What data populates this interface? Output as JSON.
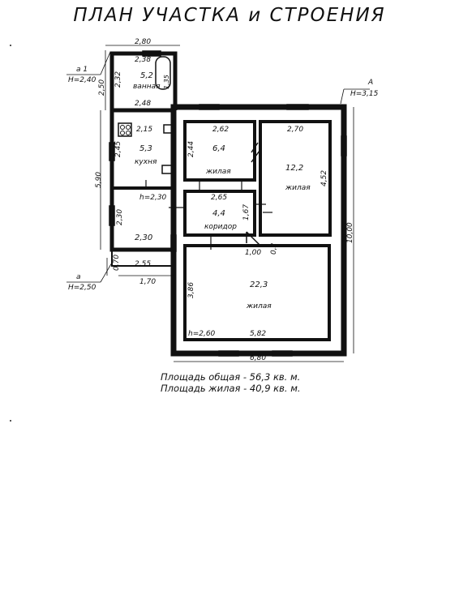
{
  "title": "ПЛАН УЧАСТКА и СТРОЕНИЯ",
  "markers": {
    "a1": "a 1",
    "a1_height": "H=2,40",
    "a": "a",
    "a_height": "H=2,50",
    "A": "A",
    "A_height": "H=3,15"
  },
  "rooms": {
    "bath": {
      "area": "5,2",
      "label": "ванная"
    },
    "kitchen": {
      "area": "5,3",
      "label": "кухня"
    },
    "room64": {
      "area": "6,4",
      "label": "жилая"
    },
    "room122": {
      "area": "12,2",
      "label": "жилая"
    },
    "corridor": {
      "area": "4,4",
      "label": "коридор"
    },
    "veranda": {
      "area": "2,30",
      "height": "h=2,30"
    },
    "room223": {
      "area": "22,3",
      "label": "жилая",
      "height": "h=2,60"
    }
  },
  "dimensions": {
    "d280": "2,80",
    "d238": "2,38",
    "d232": "2,32",
    "d250": "2,50",
    "d135": "1,35",
    "d248": "2,48",
    "d215": "2,15",
    "d245": "2,45",
    "d590": "5,90",
    "d262": "2,62",
    "d244": "2,44",
    "d270": "2,70",
    "d452": "4,52",
    "d265": "2,65",
    "d167": "1,67",
    "d230": "2,30",
    "d070": "0,70",
    "d255": "2,55",
    "d170": "1,70",
    "d100": "1,00",
    "d02": "0,2",
    "d386": "3,86",
    "d582": "5,82",
    "d680": "6,80",
    "d1000": "10,00"
  },
  "summary": {
    "total": "Площадь общая - 56,3 кв. м.",
    "living": "Площадь жилая - 40,9 кв. м."
  }
}
